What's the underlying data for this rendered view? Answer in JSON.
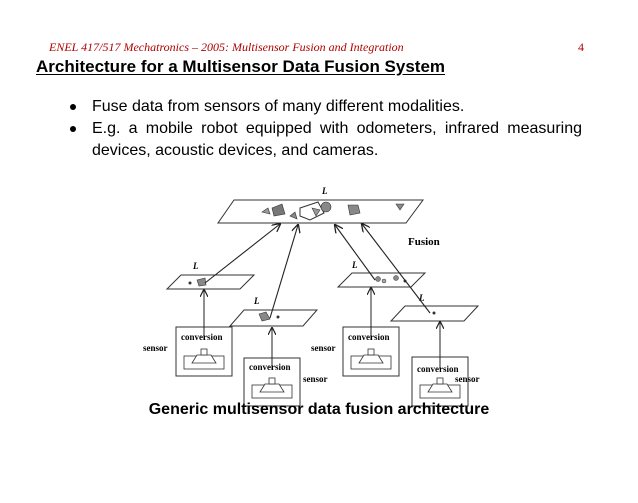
{
  "header": {
    "course": "ENEL 417/517 Mechatronics – 2005: Multisensor Fusion and Integration",
    "page_number": "4"
  },
  "title": "Architecture for a Multisensor Data Fusion System",
  "bullets": [
    "Fuse data from sensors of many different modalities.",
    "E.g. a mobile robot equipped with odometers, infrared measuring devices, acoustic devices, and cameras."
  ],
  "figure": {
    "top_label": "L",
    "fusion_label": "Fusion",
    "level_labels": [
      "L",
      "L",
      "L",
      "L"
    ],
    "conversion_labels": [
      "conversion",
      "conversion",
      "conversion",
      "conversion"
    ],
    "sensor_labels": [
      "sensor",
      "sensor",
      "sensor",
      "sensor"
    ]
  },
  "caption": "Generic multisensor data fusion architecture"
}
